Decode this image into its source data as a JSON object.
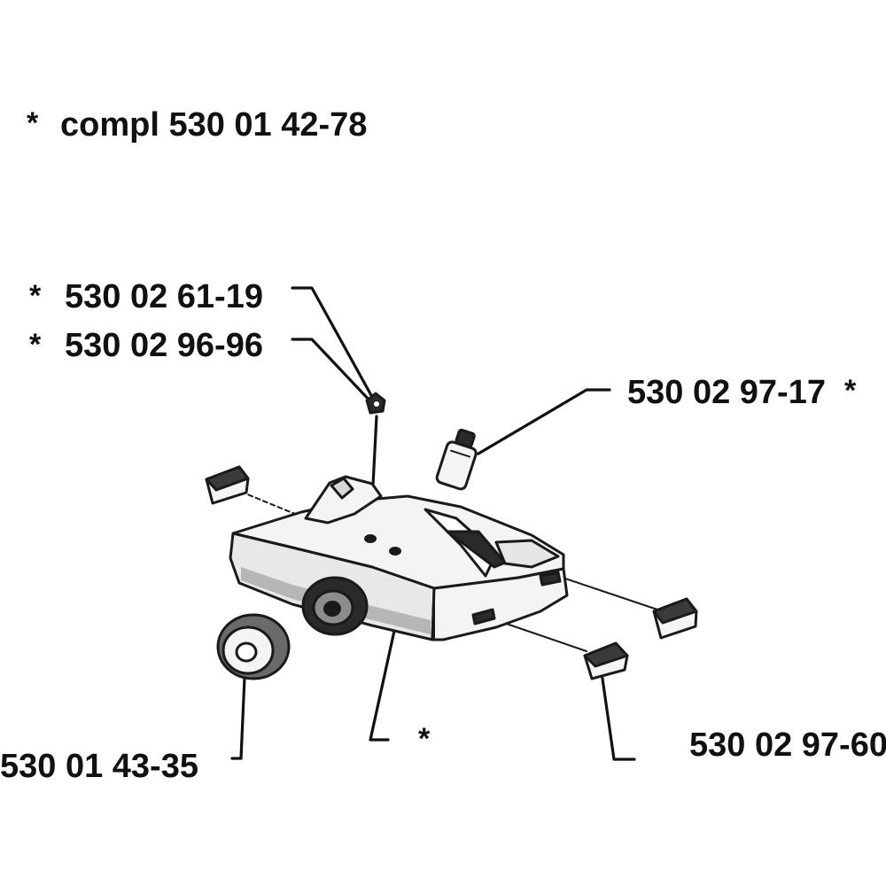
{
  "labels": {
    "complete": {
      "star": "*",
      "text": "compl 530 01 42-78"
    },
    "part_1": {
      "star": "*",
      "text": "530 02 61-19"
    },
    "part_2": {
      "star": "*",
      "text": "530 02 96-96"
    },
    "part_3": {
      "star": "*",
      "text": "530 02 97-17"
    },
    "part_4": {
      "text": "530 01 43-35"
    },
    "part_5": {
      "star": "*"
    },
    "part_6": {
      "text": "530 02 97-60"
    }
  },
  "colors": {
    "line": "#111111",
    "part_fill": "#f4f4f4",
    "shade": "#8c8c8c",
    "dark": "#2a2a2a"
  }
}
